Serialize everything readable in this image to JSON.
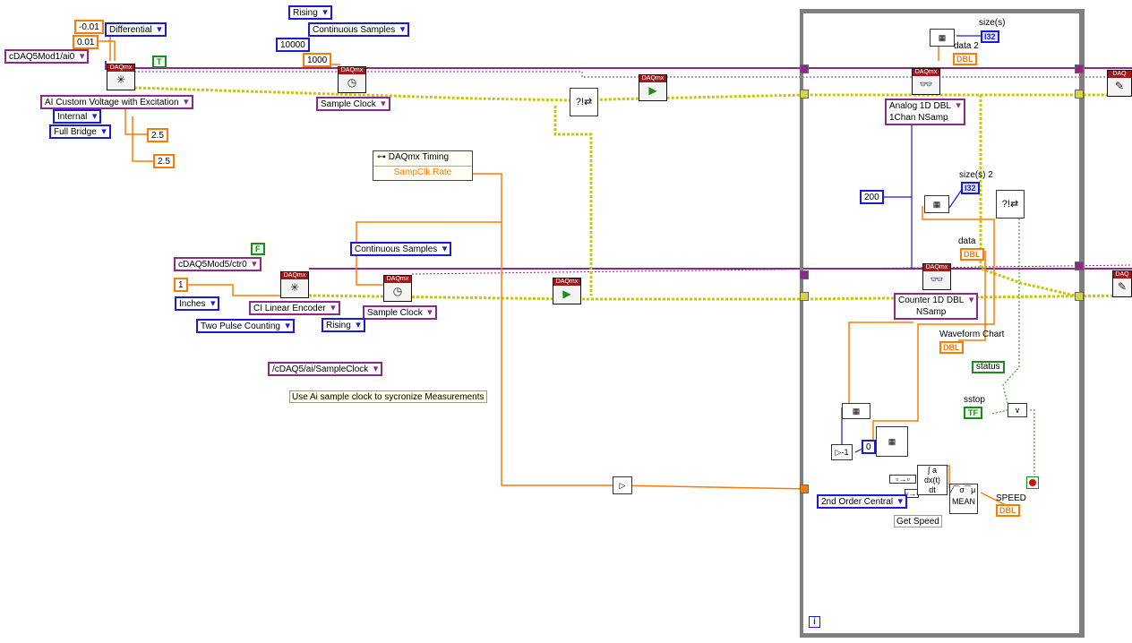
{
  "ai_channel": {
    "physical_channel": "cDAQ5Mod1/ai0",
    "min_val": "-0.01",
    "max_val": "0.01",
    "terminal_config": "Differential",
    "measurement_type": "AI Custom Voltage with Excitation",
    "excitation_source": "Internal",
    "bridge_config": "Full Bridge",
    "excitation_value": "2.5",
    "excitation_value_2": "2.5",
    "true_const": "T"
  },
  "ai_timing": {
    "edge": "Rising",
    "sample_mode": "Continuous Samples",
    "buffer_size": "10000",
    "rate": "1000",
    "timing_type": "Sample Clock",
    "property_node_title": "DAQmx Timing",
    "property_node_property": "SampClk.Rate"
  },
  "ci_channel": {
    "counter": "cDAQ5Mod5/ctr0",
    "bool_const": "F",
    "one_const": "1",
    "units": "Inches",
    "measurement_type": "CI Linear Encoder",
    "decoding": "Two Pulse Counting",
    "sample_mode": "Continuous Samples",
    "timing_type": "Sample Clock",
    "edge": "Rising",
    "clock_source": "/cDAQ5/ai/SampleClock",
    "comment": "Use Ai sample clock to sycronize Measurements"
  },
  "loop": {
    "analog_read_mode_line1": "Analog 1D DBL",
    "analog_read_mode_line2": "1Chan NSamp",
    "counter_read_mode_line1": "Counter 1D DBL",
    "counter_read_mode_line2": "NSamp",
    "samples_per_read": "200",
    "size1_label": "size(s)",
    "size2_label": "size(s) 2",
    "data2_label": "data 2",
    "data_label": "data",
    "chart_label": "Waveform Chart",
    "status_label": "status",
    "stop_label": "sstop",
    "speed_label": "SPEED",
    "derivative_method": "2nd Order Central",
    "derivative_label": "Get Speed",
    "mean_label": "MEAN",
    "index_const": "0",
    "iteration_symbol": "i",
    "i32_tag": "I32",
    "dbl_tag": "DBL",
    "tf_tag": "TF"
  },
  "colors": {
    "error_wire": "#c8c800",
    "task_wire": "#8c2a8c",
    "numeric_wire": "#ff7a00",
    "integer_wire": "#1a1adc",
    "boolean_wire": "#1a8c1a"
  }
}
